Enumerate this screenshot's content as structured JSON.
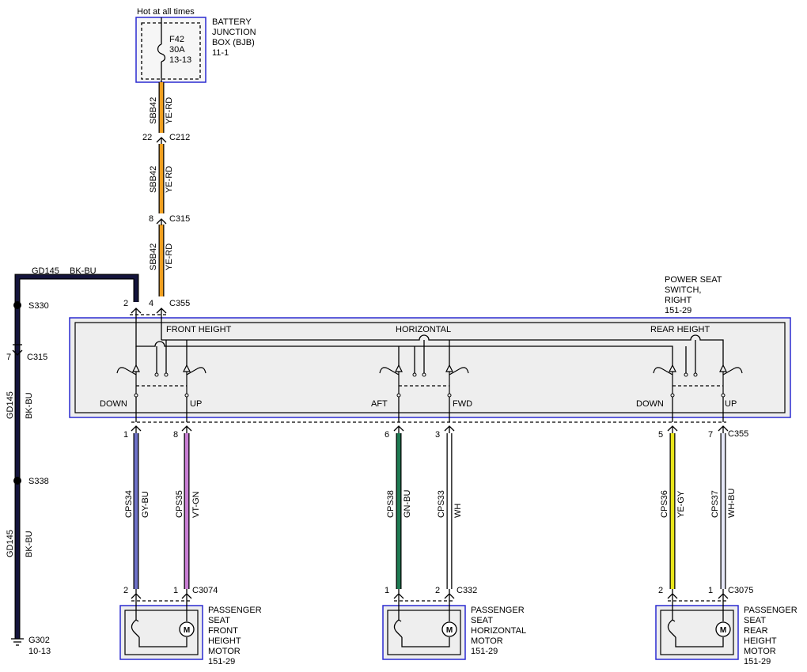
{
  "bjb": {
    "hot_label": "Hot at all times",
    "fuse": "F42",
    "amps": "30A",
    "ref": "13-13",
    "title_lines": [
      "BATTERY",
      "JUNCTION",
      "BOX (BJB)",
      "11-1"
    ]
  },
  "feed_segments": [
    {
      "circuit": "SBB42",
      "color": "YE-RD"
    },
    {
      "circuit": "SBB42",
      "color": "YE-RD"
    },
    {
      "circuit": "SBB42",
      "color": "YE-RD"
    }
  ],
  "connectors": {
    "c212": {
      "pin": "22",
      "name": "C212"
    },
    "c315_feed": {
      "pin": "8",
      "name": "C315"
    },
    "c355_top": {
      "pin_ground": "2",
      "pin_feed": "4",
      "name": "C355"
    },
    "c355_bottom": {
      "name": "C355"
    },
    "c3074": {
      "pins": [
        "2",
        "1"
      ],
      "name": "C3074"
    },
    "c332": {
      "pins": [
        "1",
        "2"
      ],
      "name": "C332"
    },
    "c3075": {
      "pins": [
        "2",
        "1"
      ],
      "name": "C3075"
    }
  },
  "ground": {
    "wire_top": {
      "circuit": "GD145",
      "color": "BK-BU"
    },
    "splice1": "S330",
    "c315": {
      "pin": "7",
      "name": "C315"
    },
    "segment2": {
      "circuit": "GD145",
      "color": "BK-BU"
    },
    "splice2": "S338",
    "segment3": {
      "circuit": "GD145",
      "color": "BK-BU"
    },
    "ground_point": "G302",
    "ground_ref": "10-13"
  },
  "switch": {
    "title_lines": [
      "POWER SEAT",
      "SWITCH,",
      "RIGHT",
      "151-29"
    ],
    "sections": [
      "FRONT HEIGHT",
      "HORIZONTAL",
      "REAR HEIGHT"
    ],
    "positions": [
      "DOWN",
      "UP",
      "AFT",
      "FWD",
      "DOWN",
      "UP"
    ]
  },
  "wires": [
    {
      "pin": "1",
      "circuit": "CPS34",
      "color": "GY-BU",
      "hex": "#6f72c8"
    },
    {
      "pin": "8",
      "circuit": "CPS35",
      "color": "VT-GN",
      "hex": "#c97ed4"
    },
    {
      "pin": "6",
      "circuit": "CPS38",
      "color": "GN-BU",
      "hex": "#1e7a52"
    },
    {
      "pin": "3",
      "circuit": "CPS33",
      "color": "WH",
      "hex": "#ffffff"
    },
    {
      "pin": "5",
      "circuit": "CPS36",
      "color": "YE-GY",
      "hex": "#e8e41a"
    },
    {
      "pin": "7",
      "circuit": "CPS37",
      "color": "WH-BU",
      "hex": "#e6e8f8"
    }
  ],
  "motors": [
    {
      "lines": [
        "PASSENGER",
        "SEAT",
        "FRONT",
        "HEIGHT",
        "MOTOR",
        "151-29"
      ]
    },
    {
      "lines": [
        "PASSENGER",
        "SEAT",
        "HORIZONTAL",
        "MOTOR",
        "151-29"
      ]
    },
    {
      "lines": [
        "PASSENGER",
        "SEAT",
        "REAR",
        "HEIGHT",
        "MOTOR",
        "151-29"
      ]
    }
  ],
  "motor_symbol": "M",
  "colors": {
    "feed_wire": "#f0a020",
    "ground_wire": "#14143c",
    "box_border": "#2a2ad0",
    "box_fill": "#eeeeee"
  }
}
